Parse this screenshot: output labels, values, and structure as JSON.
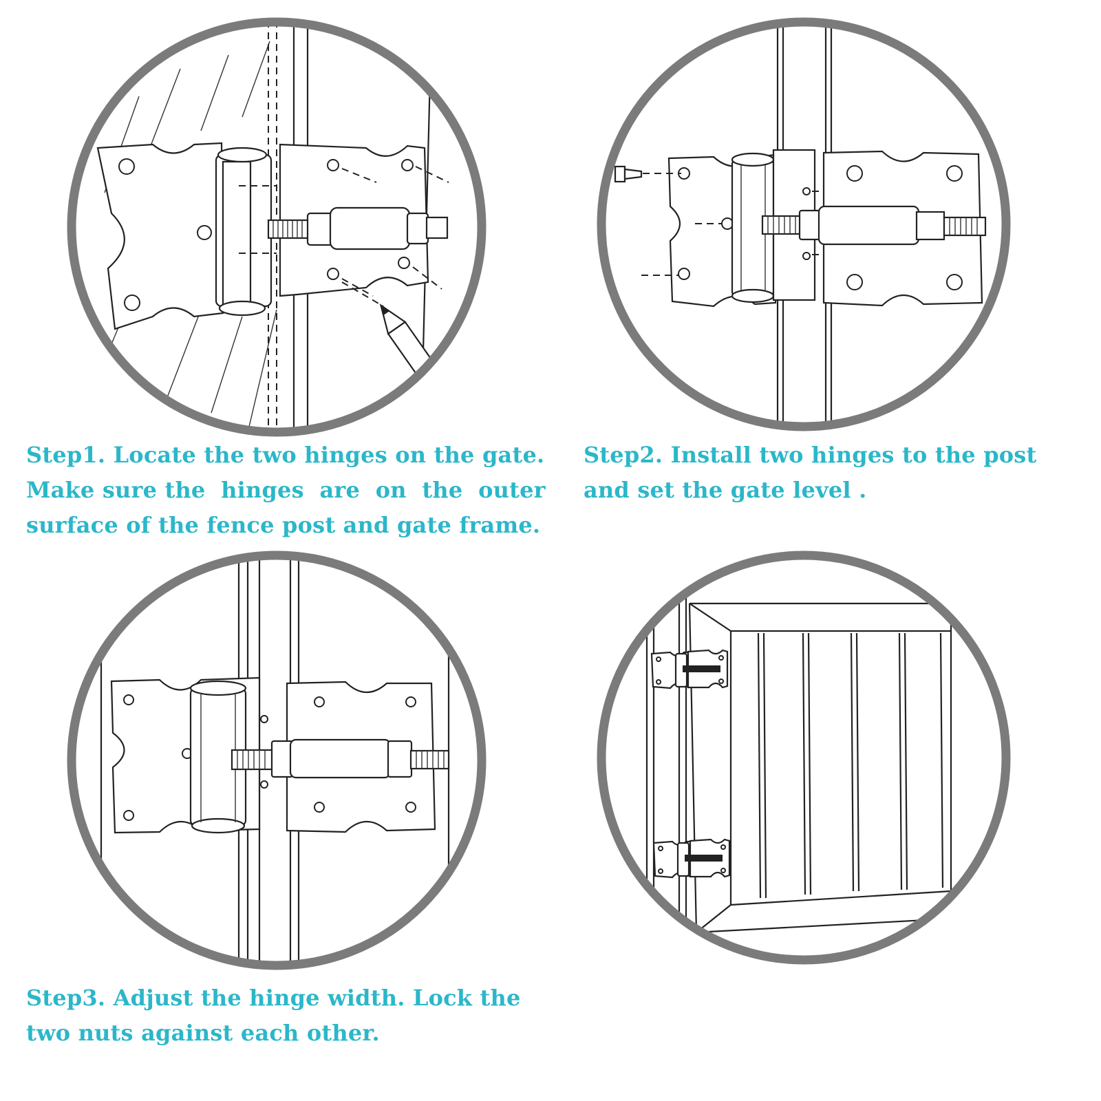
{
  "colors": {
    "caption_text": "#2bb7c9",
    "circle_frame": "#7b7b7b",
    "line_art": "#222222",
    "background": "#ffffff"
  },
  "steps": [
    {
      "lines": [
        "Step1. Locate the two hinges on the gate.",
        "Make sure the  hinges  are  on  the  outer",
        "surface of the fence post and gate frame."
      ]
    },
    {
      "lines": [
        "Step2. Install two hinges to the post",
        "and set the gate level ."
      ]
    },
    {
      "lines": [
        "Step3. Adjust the hinge width. Lock the",
        "two nuts against each other."
      ]
    }
  ],
  "illustrations": [
    {
      "icon": "hinge-marking-pencil-icon"
    },
    {
      "icon": "hinge-install-screw-icon"
    },
    {
      "icon": "hinge-adjust-nuts-icon"
    },
    {
      "icon": "gate-with-two-hinges-icon"
    }
  ]
}
